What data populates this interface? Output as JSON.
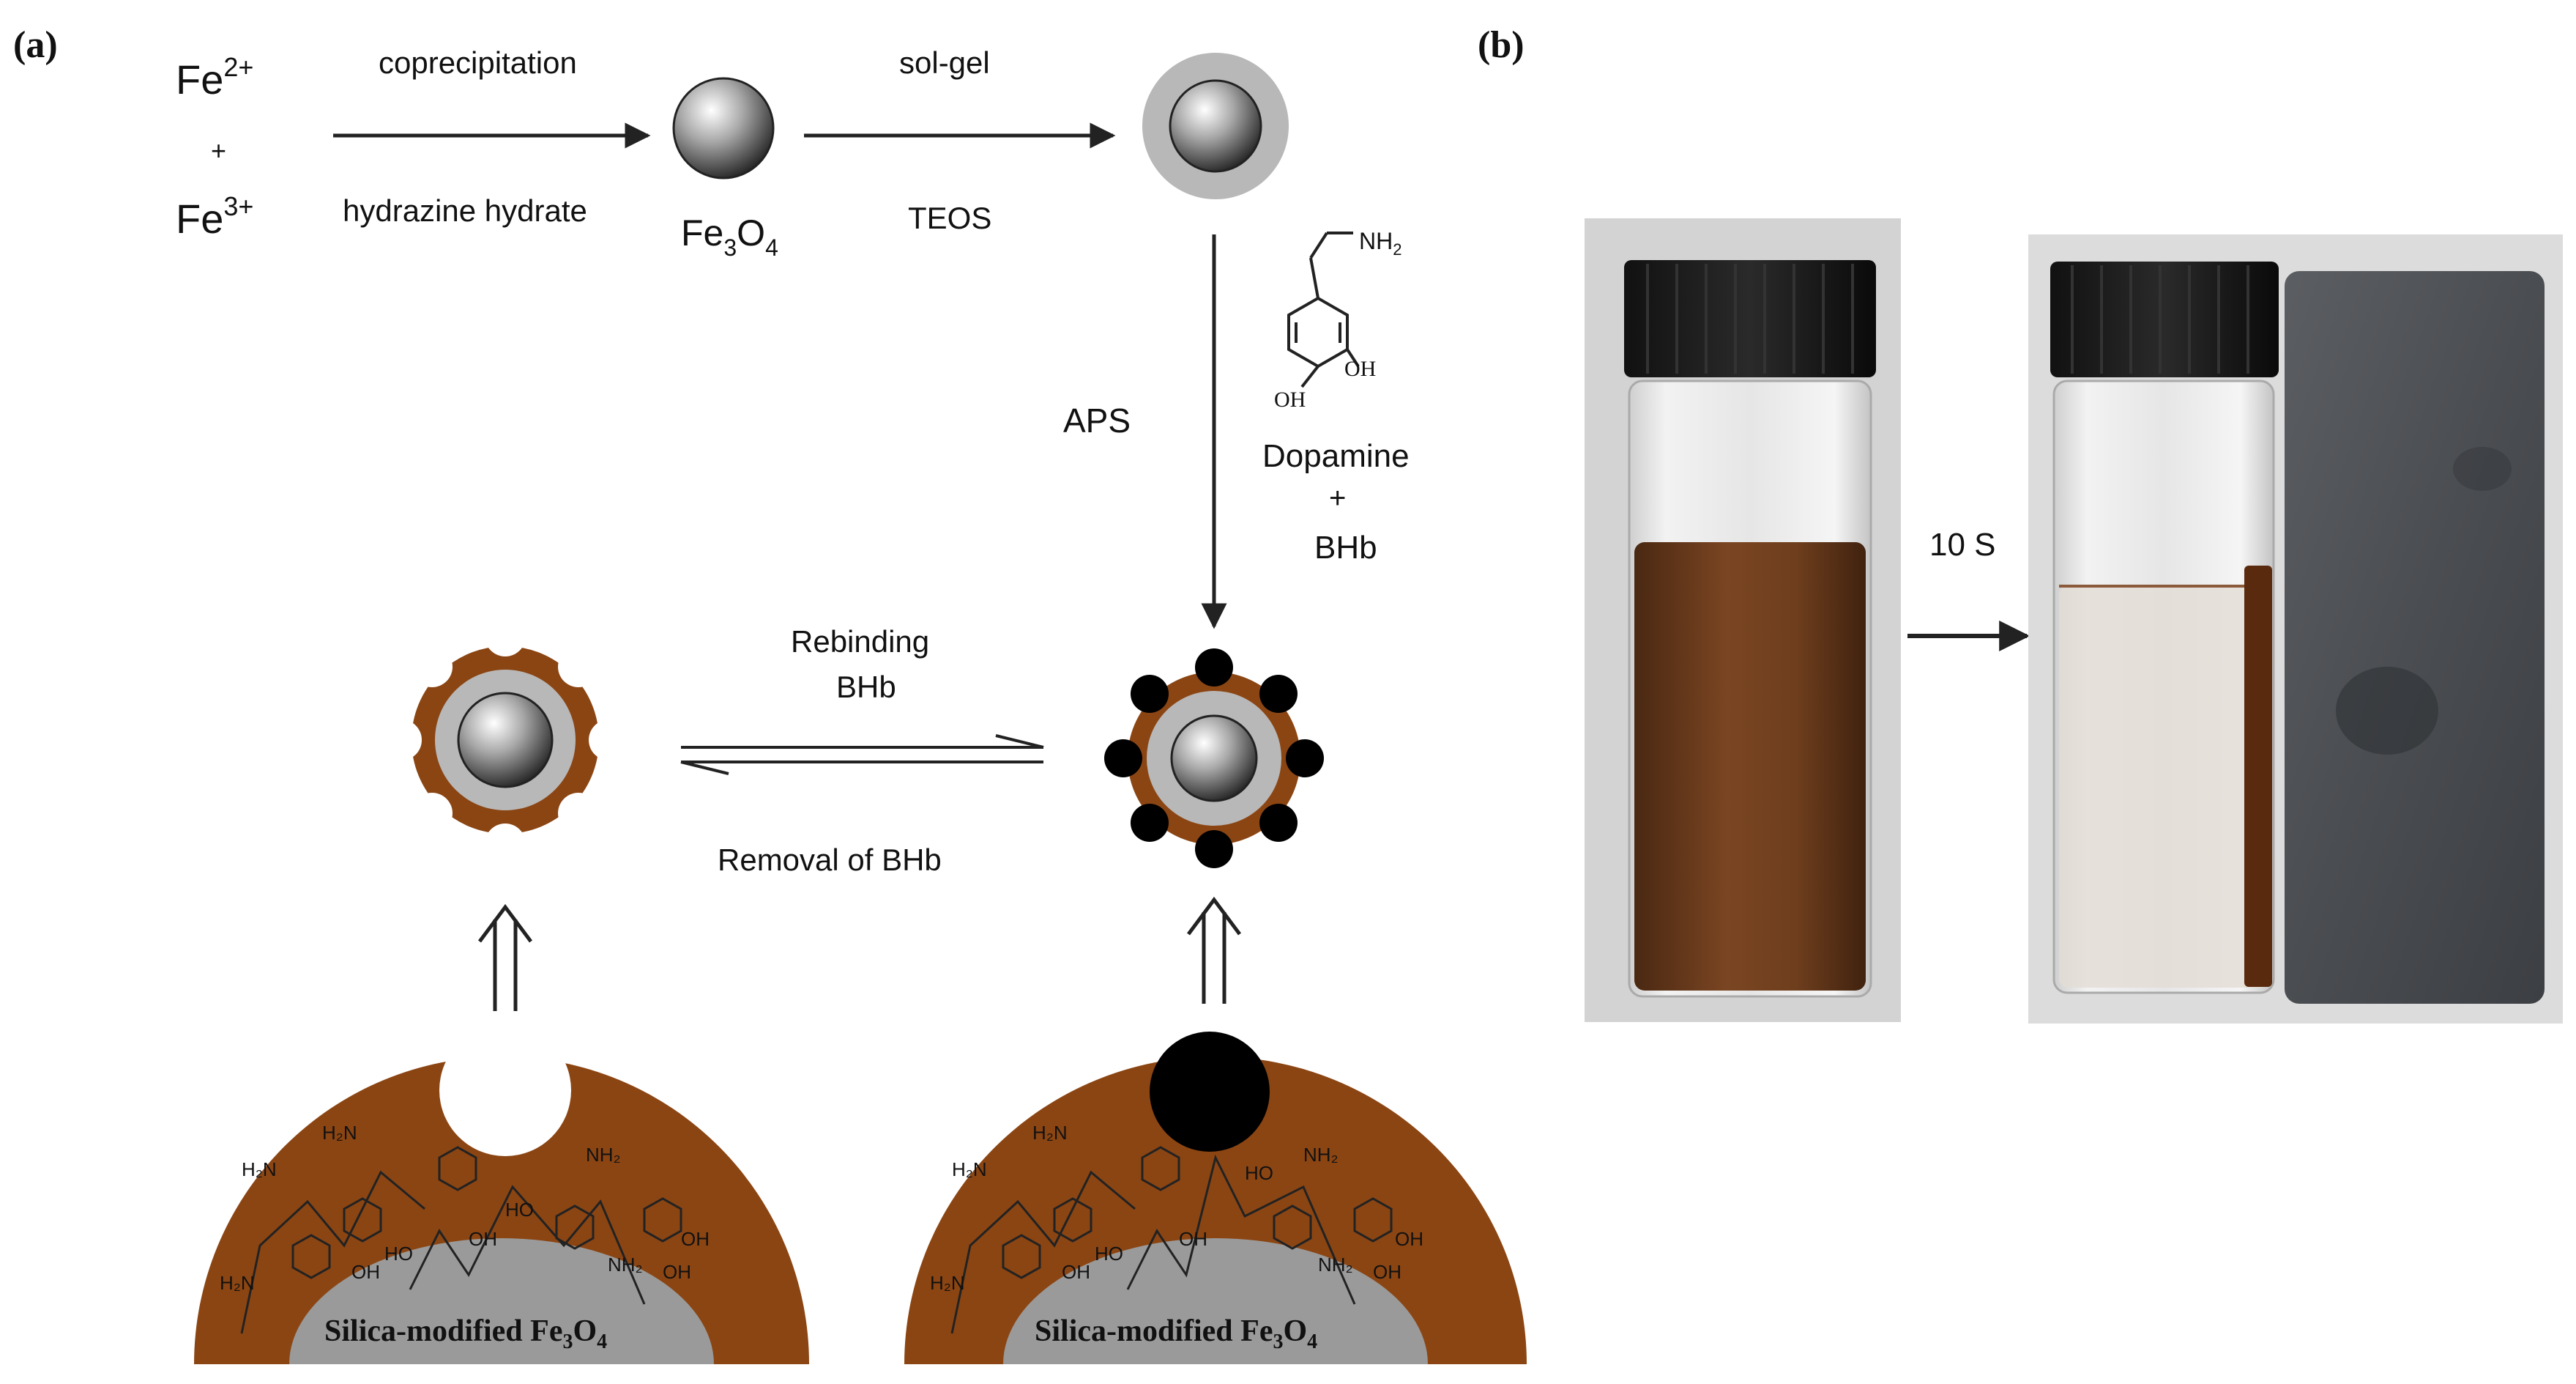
{
  "panels": {
    "a_label": "(a)",
    "b_label": "(b)"
  },
  "synthesis": {
    "fe2": "Fe",
    "fe2_charge": "2+",
    "plus": "+",
    "fe3": "Fe",
    "fe3_charge": "3+",
    "step1_top": "coprecipitation",
    "step1_bottom": "hydrazine hydrate",
    "fe3o4_label": [
      "Fe",
      "3",
      "O",
      "4"
    ],
    "step2_top": "sol-gel",
    "step2_bottom": "TEOS",
    "aps": "APS",
    "dopamine": "Dopamine",
    "dopamine_plus": "+",
    "bhb": "BHb",
    "molecule": {
      "nh2": "NH",
      "nh2_sub": "2",
      "oh1": "OH",
      "oh2": "OH"
    }
  },
  "equilibrium": {
    "rebinding": "Rebinding",
    "rebinding_bhb": "BHb",
    "removal": "Removal of BHb"
  },
  "cross_section": {
    "left_caption": [
      "Silica-modified Fe",
      "3",
      "O",
      "4"
    ],
    "right_caption": [
      "Silica-modified Fe",
      "3",
      "O",
      "4"
    ]
  },
  "photo": {
    "arrow_label": "10 S"
  },
  "colors": {
    "polydopamine": "#8b4513",
    "silica_shell": "#b8b8b8",
    "core_dark": "#5a5a5a",
    "protein": "#000000",
    "liquid": "#6a3a1c"
  }
}
